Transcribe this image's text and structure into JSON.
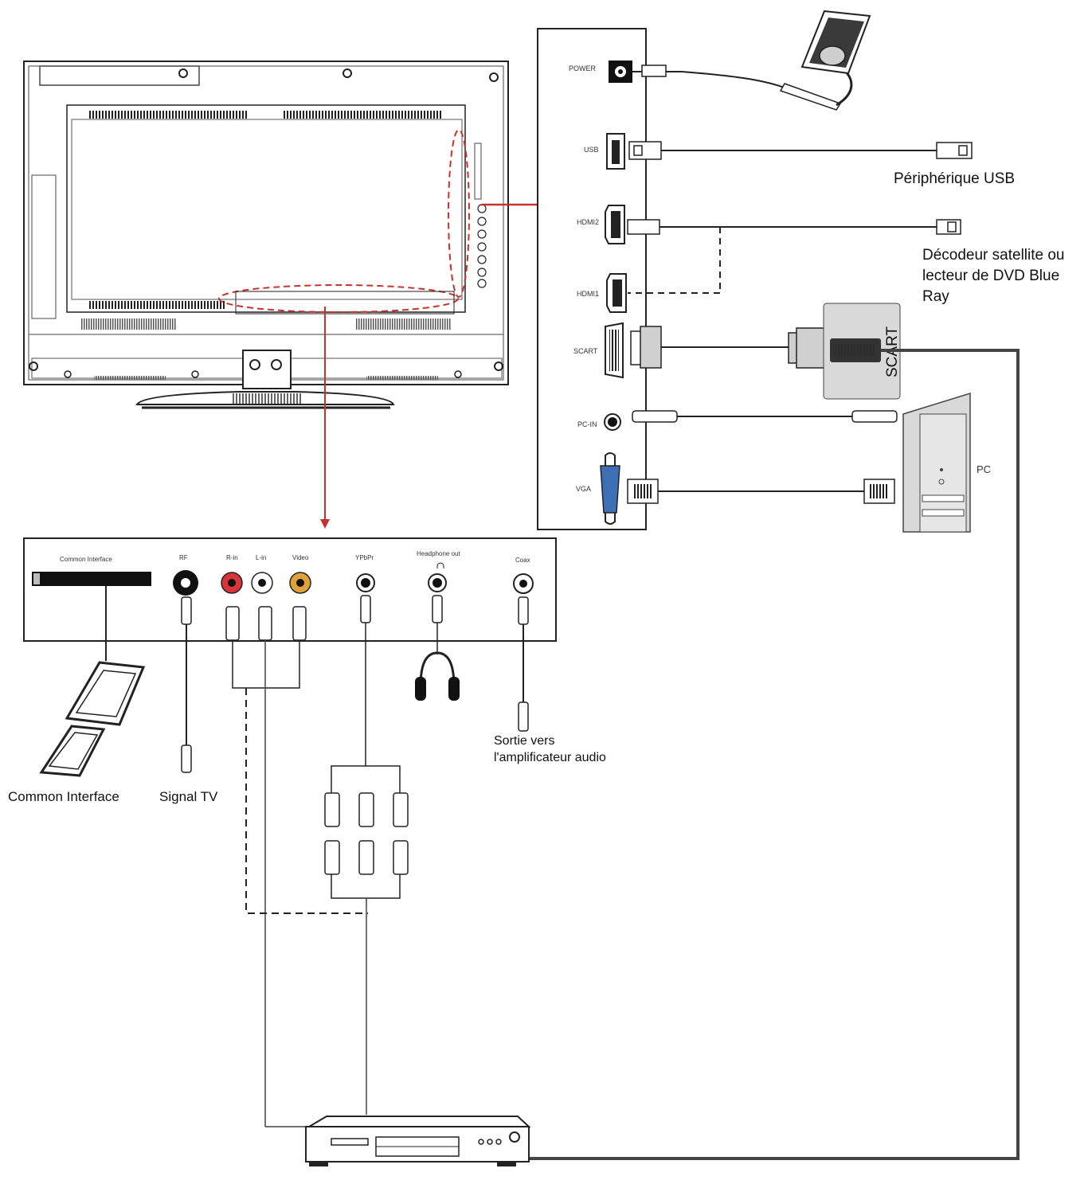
{
  "side_panel": {
    "ports": {
      "power": "POWER",
      "usb": "USB",
      "hdmi2": "HDMI2",
      "hdmi1": "HDMI1",
      "scart": "SCART",
      "pc_in": "PC-IN",
      "vga": "VGA"
    }
  },
  "bottom_panel": {
    "ports": {
      "common_interface": "Common Interface",
      "rf": "RF",
      "r_in": "R-in",
      "l_in": "L-in",
      "video": "Video",
      "ypbpr": "YPbPr",
      "headphone_out": "Headphone out",
      "coax": "Coax"
    }
  },
  "devices": {
    "usb_device": "Périphérique USB",
    "decoder_line1": "Décodeur satellite ou",
    "decoder_line2": "lecteur de DVD Blue",
    "decoder_line3": "Ray",
    "scart_plug": "SCART",
    "pc": "PC",
    "common_interface": "Common Interface",
    "signal_tv": "Signal TV",
    "amp_line1": "Sortie vers",
    "amp_line2": "l'amplificateur audio"
  },
  "colors": {
    "line": "#222222",
    "highlight": "#c8322c",
    "panel_fill": "#ffffff",
    "device_fill": "#d9d9d9",
    "rca_red": "#d9343a",
    "rca_yellow": "#e0a13a",
    "vga_blue": "#3d6fb5"
  }
}
